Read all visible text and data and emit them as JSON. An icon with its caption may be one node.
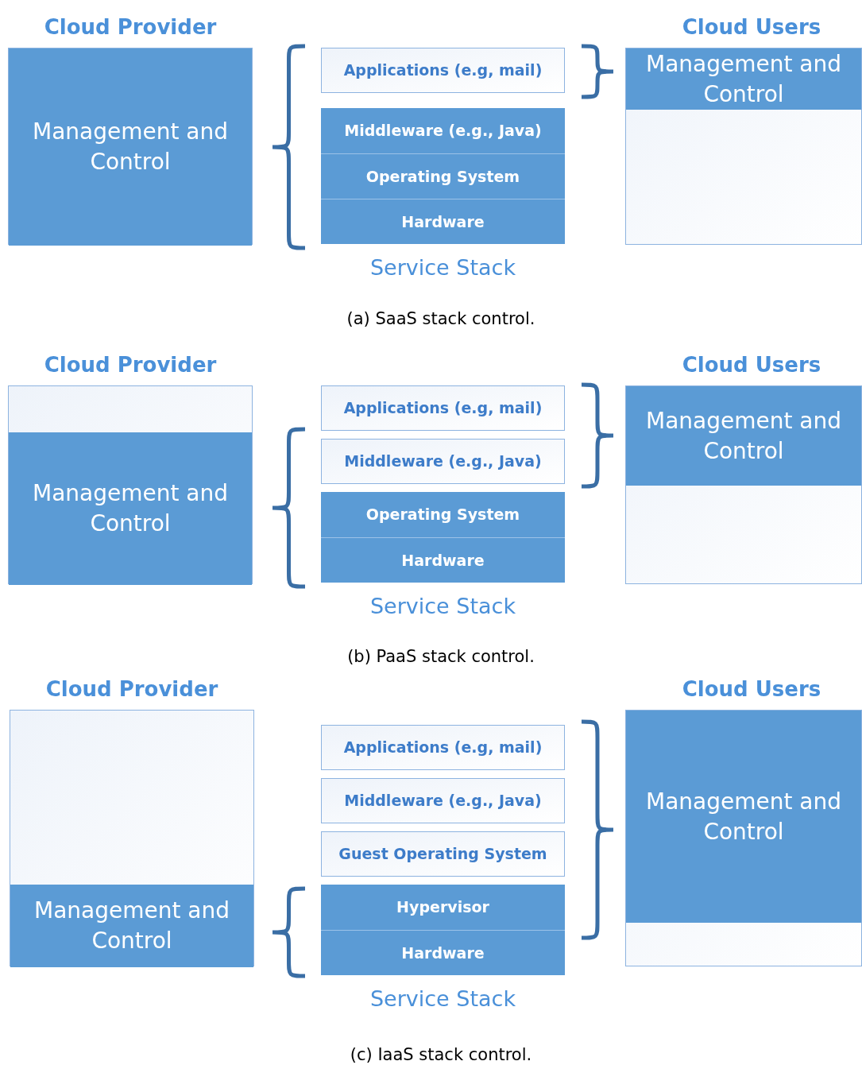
{
  "diagram": {
    "nodes": [
      {
        "text": [
          "Cloud Provider"
        ]
      },
      {
        "text": [
          "Management and Control"
        ],
        "in": 0
      },
      {
        "text": [
          "Service Stack"
        ]
      },
      {
        "text": [
          "Applications (e.g, mail)"
        ],
        "in": 2
      },
      {
        "text": [
          "Middleware (e.g., Java)"
        ],
        "in": 2
      },
      {
        "text": [
          "Operating System"
        ],
        "in": 2
      },
      {
        "text": [
          "Hardware"
        ],
        "in": 2
      },
      {
        "text": [
          "Cloud Users"
        ]
      },
      {
        "text": [
          "Management and Control"
        ],
        "in": 7
      },
      {
        "text": [
          "Cloud Provider"
        ]
      },
      {
        "text": [
          "Management and Control"
        ],
        "in": 9
      },
      {
        "text": [
          "Service Stack"
        ]
      },
      {
        "text": [
          "Applications (e.g, mail)"
        ],
        "in": 11
      },
      {
        "text": [
          "Middleware (e.g., Java)"
        ],
        "in": 11
      },
      {
        "text": [
          "Operating System"
        ],
        "in": 11
      },
      {
        "text": [
          "Hardware"
        ],
        "in": 11
      },
      {
        "text": [
          "Cloud Users"
        ]
      },
      {
        "text": [
          "Management and Control"
        ],
        "in": 16
      },
      {
        "text": [
          "Cloud Provider"
        ]
      },
      {
        "text": [
          "Management and Control"
        ],
        "in": 18
      },
      {
        "text": [
          "Service Stack"
        ]
      },
      {
        "text": [
          "Applications (e.g, mail)"
        ],
        "in": 20
      },
      {
        "text": [
          "Middleware (e.g., Java)"
        ],
        "in": 20
      },
      {
        "text": [
          "Guest Operating System"
        ],
        "in": 20
      },
      {
        "text": [
          "Hypervisor"
        ],
        "in": 20
      },
      {
        "text": [
          "Hardware"
        ],
        "in": 20
      },
      {
        "text": [
          "Cloud Users"
        ]
      },
      {
        "text": [
          "Management and Control"
        ],
        "in": 26
      }
    ],
    "labels": [
      "(a) SaaS stack control.",
      "(b) PaaS stack control.",
      "(c) IaaS stack control."
    ]
  }
}
